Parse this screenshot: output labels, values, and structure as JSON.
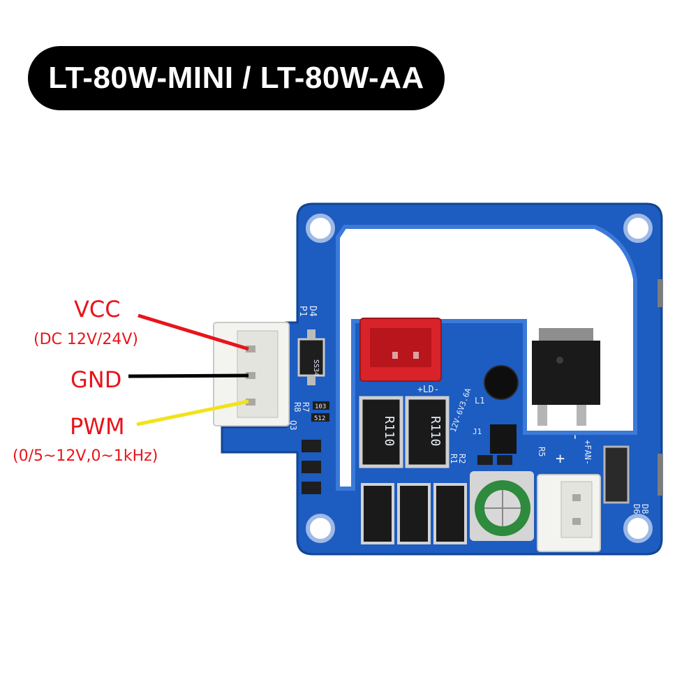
{
  "title": "LT-80W-MINI / LT-80W-AA",
  "pins": [
    {
      "name": "VCC",
      "detail": "(DC 12V/24V)",
      "color": "#e8141b"
    },
    {
      "name": "GND",
      "detail": "",
      "color": "#e8141b"
    },
    {
      "name": "PWM",
      "detail": "(0/5~12V,0~1kHz)",
      "color": "#e8141b"
    }
  ],
  "wire_colors": {
    "vcc": "#e8141b",
    "gnd": "#000000",
    "pwm": "#f2e21a"
  },
  "board_colors": {
    "pcb": "#1d5cc0",
    "pcb_dark": "#134594",
    "connector": "#f3f3f0",
    "red_connector": "#d9232b"
  },
  "silkscreen": {
    "p1": "P1",
    "d4": "D4",
    "ss34": "SS34",
    "r110a": "R110",
    "r110b": "R110",
    "l1": "L1",
    "j1": "J1",
    "lv": "12V-6V3.6A",
    "ld": "+LD-",
    "fan": "+FAN-",
    "plus": "+",
    "minus": "-",
    "r1": "R1",
    "r2": "R2",
    "r5": "R5",
    "d6": "D6",
    "d8": "D8",
    "r7": "R7",
    "r8": "R8",
    "q3": "Q3",
    "c103": "103",
    "c512": "512"
  }
}
